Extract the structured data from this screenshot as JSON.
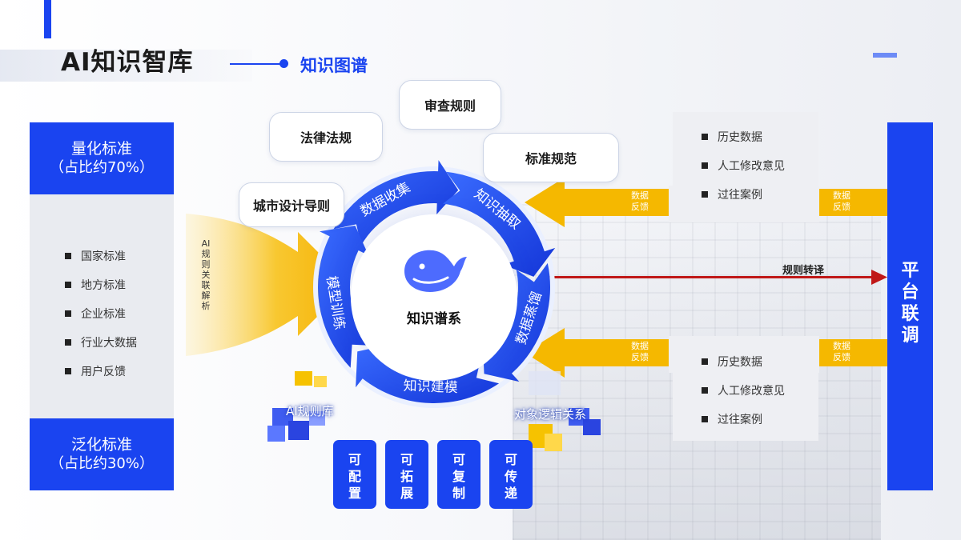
{
  "header": {
    "title": "AI知识智库",
    "subtitle": "知识图谱"
  },
  "left": {
    "top_card": {
      "line1": "量化标准",
      "line2": "（占比约70%）"
    },
    "items": [
      "国家标准",
      "地方标准",
      "企业标准",
      "行业大数据",
      "用户反馈"
    ],
    "bottom_card": {
      "line1": "泛化标准",
      "line2": "（占比约30%）"
    },
    "vertical_note": "AI规则关联解析"
  },
  "bubbles": {
    "urban": "城市设计导则",
    "law": "法律法规",
    "review": "审查规则",
    "standard": "标准规范"
  },
  "cycle": {
    "center": "知识谱系",
    "segments": [
      "数据收集",
      "知识抽取",
      "数据蒸馏",
      "知识建模",
      "模型训练"
    ]
  },
  "feedback": {
    "top_items": [
      "历史数据",
      "人工修改意见",
      "过往案例"
    ],
    "bottom_items": [
      "历史数据",
      "人工修改意见",
      "过往案例"
    ],
    "tag_line1": "数据",
    "tag_line2": "反馈"
  },
  "platform": "平台联调",
  "rule_translation": "规则转译",
  "cubes": {
    "left": "AI规则库",
    "right": "对象逻辑关系"
  },
  "pills": [
    "可配置",
    "可拓展",
    "可复制",
    "可传递"
  ],
  "colors": {
    "brand_blue": "#1a44f0",
    "arrow_yellow": "#f5b800",
    "red_arrow": "#c01818"
  }
}
